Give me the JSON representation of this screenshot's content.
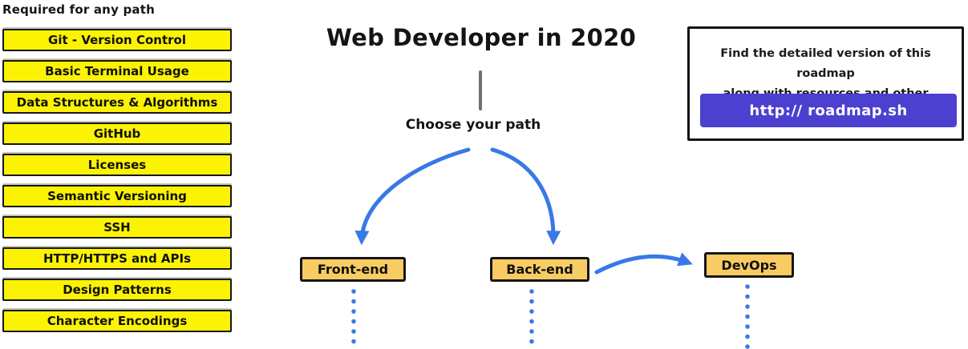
{
  "left_panel": {
    "heading": "Required for any path",
    "items": [
      {
        "label": "Git - Version Control"
      },
      {
        "label": "Basic Terminal Usage"
      },
      {
        "label": "Data Structures & Algorithms"
      },
      {
        "label": "GitHub"
      },
      {
        "label": "Licenses"
      },
      {
        "label": "Semantic Versioning"
      },
      {
        "label": "SSH"
      },
      {
        "label": "HTTP/HTTPS and APIs"
      },
      {
        "label": "Design Patterns"
      },
      {
        "label": "Character Encodings"
      }
    ]
  },
  "center": {
    "title": "Web Developer in 2020",
    "choose_label": "Choose your path",
    "paths": [
      {
        "label": "Front-end"
      },
      {
        "label": "Back-end"
      },
      {
        "label": "DevOps"
      }
    ]
  },
  "info_box": {
    "line1": "Find the detailed version of this roadmap",
    "line2": "along with resources and other roadmaps",
    "button_label": "http:// roadmap.sh"
  },
  "colors": {
    "topic_yellow": "#FBF303",
    "path_amber": "#F8CC62",
    "arrow_blue": "#3878E8",
    "button_purple": "#4B40D0",
    "stem_gray": "#6f6f6f"
  }
}
